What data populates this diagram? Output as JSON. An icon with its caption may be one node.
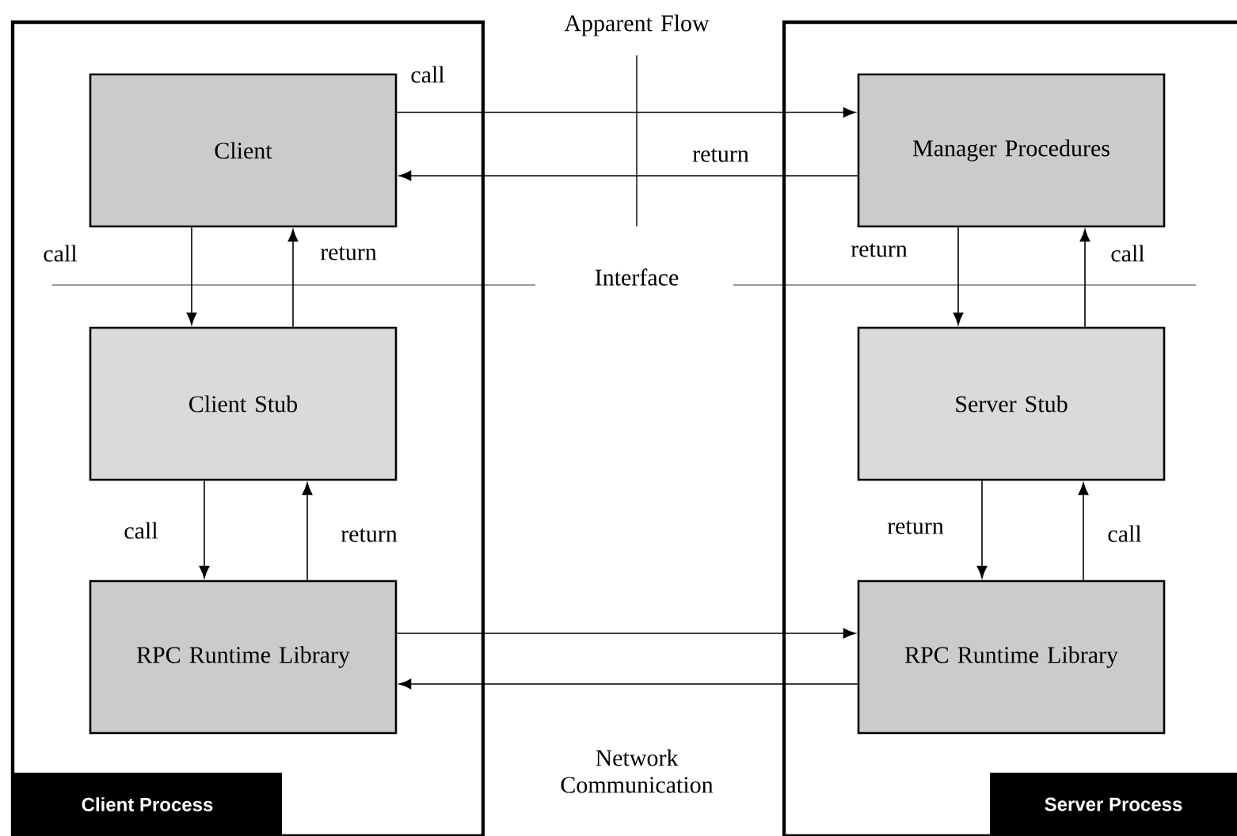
{
  "diagram": {
    "nodes": [
      {
        "text": [
          "Client Process"
        ]
      },
      {
        "text": [
          "Client"
        ],
        "in": 0
      },
      {
        "text": [
          "Client Stub"
        ],
        "in": 0
      },
      {
        "text": [
          "RPC Runtime Library"
        ],
        "in": 0
      },
      {
        "text": [
          "Server Process"
        ]
      },
      {
        "text": [
          "Manager Procedures"
        ],
        "in": 4
      },
      {
        "text": [
          "Server Stub"
        ],
        "in": 4
      },
      {
        "text": [
          "RPC Runtime Library"
        ],
        "in": 4
      }
    ],
    "edges": [
      {
        "from": 1,
        "to": 5,
        "arrow": "to",
        "label": "call"
      },
      {
        "from": 5,
        "to": 1,
        "arrow": "to",
        "label": "return"
      },
      {
        "from": 1,
        "to": 2,
        "arrow": "to",
        "label": "call"
      },
      {
        "from": 2,
        "to": 1,
        "arrow": "to",
        "label": "return"
      },
      {
        "from": 2,
        "to": 3,
        "arrow": "to",
        "label": "call"
      },
      {
        "from": 3,
        "to": 2,
        "arrow": "to",
        "label": "return"
      },
      {
        "from": 5,
        "to": 6,
        "arrow": "to",
        "label": "return"
      },
      {
        "from": 6,
        "to": 5,
        "arrow": "to",
        "label": "call"
      },
      {
        "from": 6,
        "to": 7,
        "arrow": "to",
        "label": "return"
      },
      {
        "from": 7,
        "to": 6,
        "arrow": "to",
        "label": "call"
      },
      {
        "from": 3,
        "to": 7,
        "arrow": "to"
      },
      {
        "from": 7,
        "to": 3,
        "arrow": "to"
      }
    ],
    "labels": [
      "Apparent Flow",
      "Interface",
      "Network Communication"
    ]
  }
}
